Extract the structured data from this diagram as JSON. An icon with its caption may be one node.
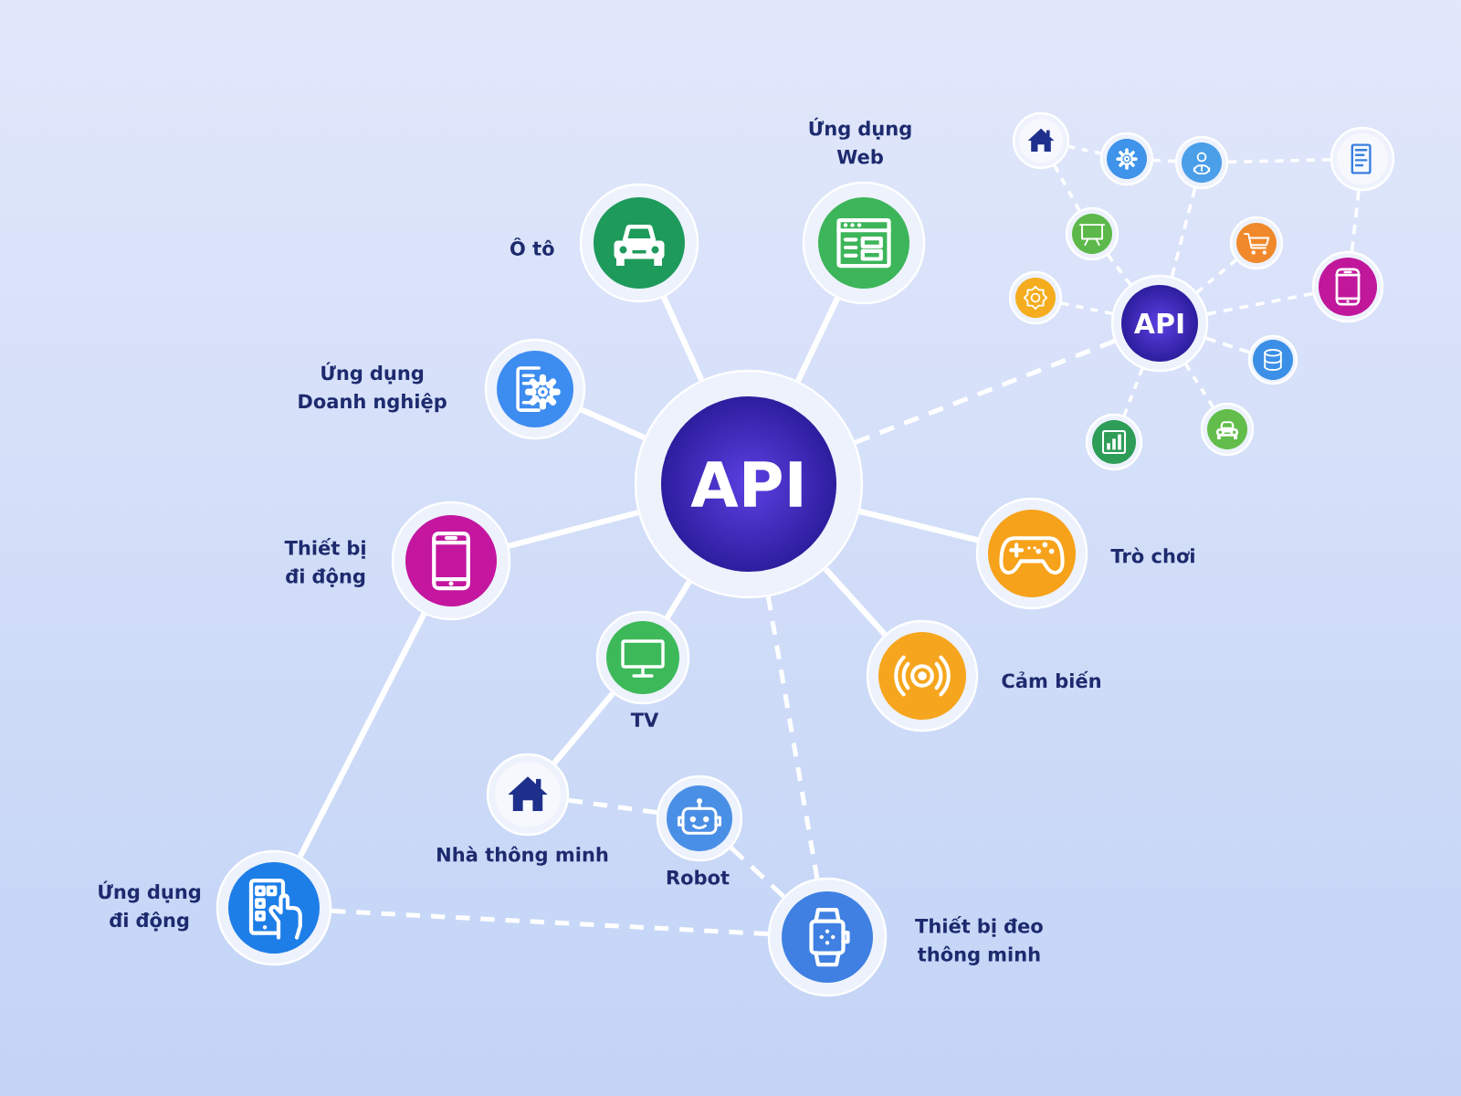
{
  "diagram": {
    "nodes": [
      {
        "text": [
          "API"
        ]
      },
      {
        "text": [
          "Ứng dụng Web"
        ]
      },
      {
        "text": [
          "Ô tô"
        ]
      },
      {
        "text": [
          "Ứng dụng Doanh nghiệp"
        ]
      },
      {
        "text": [
          "Thiết bị đi động"
        ]
      },
      {
        "text": [
          "Trò chơi"
        ]
      },
      {
        "text": [
          "TV"
        ]
      },
      {
        "text": [
          "Cảm biến"
        ]
      },
      {
        "text": [
          "Nhà thông minh"
        ]
      },
      {
        "text": [
          "Robot"
        ]
      },
      {
        "text": [
          "Ứng dụng đi động"
        ]
      },
      {
        "text": [
          "Thiết bị đeo thông minh"
        ]
      },
      {
        "text": [
          "API"
        ]
      },
      {
        "text": [],
        "shape": "circle"
      },
      {
        "text": [],
        "shape": "circle"
      },
      {
        "text": [],
        "shape": "circle"
      },
      {
        "text": [],
        "shape": "circle"
      },
      {
        "text": [],
        "shape": "circle"
      },
      {
        "text": [],
        "shape": "circle"
      },
      {
        "text": [],
        "shape": "circle"
      },
      {
        "text": [],
        "shape": "circle"
      },
      {
        "text": [],
        "shape": "circle"
      },
      {
        "text": [],
        "shape": "circle"
      },
      {
        "text": [],
        "shape": "circle"
      }
    ],
    "edges": [
      {
        "from": 0,
        "to": 1,
        "arrow": "none"
      },
      {
        "from": 0,
        "to": 2,
        "arrow": "none"
      },
      {
        "from": 0,
        "to": 3,
        "arrow": "none"
      },
      {
        "from": 0,
        "to": 4,
        "arrow": "none"
      },
      {
        "from": 0,
        "to": 5,
        "arrow": "none"
      },
      {
        "from": 0,
        "to": 6,
        "arrow": "none"
      },
      {
        "from": 0,
        "to": 7,
        "arrow": "none"
      },
      {
        "from": 0,
        "to": 11,
        "arrow": "none",
        "style": "dashed"
      },
      {
        "from": 0,
        "to": 12,
        "arrow": "none",
        "style": "dashed"
      },
      {
        "from": 4,
        "to": 10,
        "arrow": "none"
      },
      {
        "from": 6,
        "to": 8,
        "arrow": "none"
      },
      {
        "from": 8,
        "to": 9,
        "arrow": "none",
        "style": "dashed"
      },
      {
        "from": 9,
        "to": 11,
        "arrow": "none",
        "style": "dashed"
      },
      {
        "from": 10,
        "to": 11,
        "arrow": "none",
        "style": "dashed"
      },
      {
        "from": 13,
        "to": 14,
        "arrow": "none",
        "style": "dashed"
      },
      {
        "from": 14,
        "to": 15,
        "arrow": "none",
        "style": "dashed"
      },
      {
        "from": 15,
        "to": 16,
        "arrow": "none",
        "style": "dashed"
      },
      {
        "from": 13,
        "to": 17,
        "arrow": "none",
        "style": "dashed"
      },
      {
        "from": 17,
        "to": 12,
        "arrow": "none",
        "style": "dashed"
      },
      {
        "from": 15,
        "to": 12,
        "arrow": "none",
        "style": "dashed"
      },
      {
        "from": 18,
        "to": 12,
        "arrow": "none",
        "style": "dashed"
      },
      {
        "from": 16,
        "to": 19,
        "arrow": "none",
        "style": "dashed"
      },
      {
        "from": 19,
        "to": 12,
        "arrow": "none",
        "style": "dashed"
      },
      {
        "from": 20,
        "to": 12,
        "arrow": "none",
        "style": "dashed"
      },
      {
        "from": 21,
        "to": 12,
        "arrow": "none",
        "style": "dashed"
      },
      {
        "from": 22,
        "to": 12,
        "arrow": "none",
        "style": "dashed"
      },
      {
        "from": 23,
        "to": 12,
        "arrow": "none",
        "style": "dashed"
      }
    ]
  }
}
